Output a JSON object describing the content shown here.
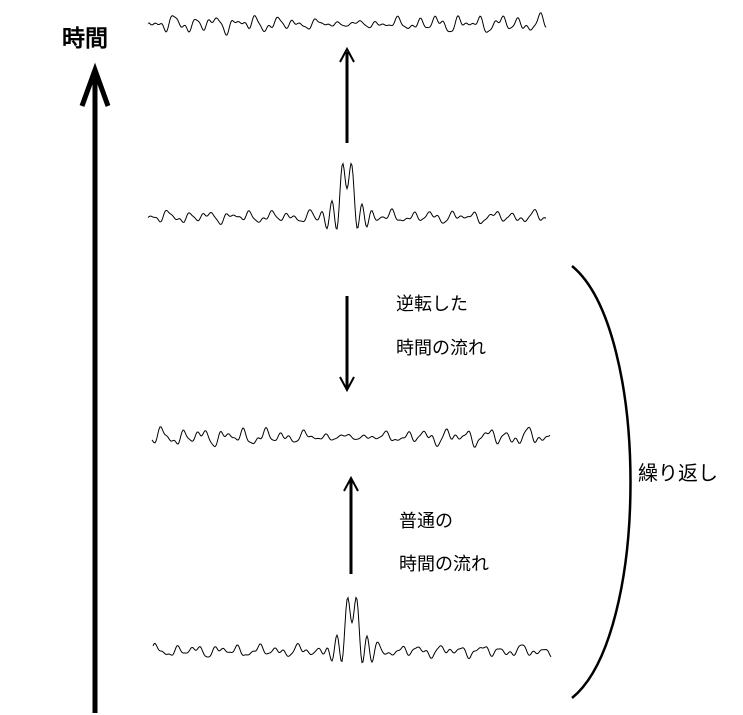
{
  "axis": {
    "title": "時間"
  },
  "arrows": {
    "reversed": {
      "line1": "逆転した",
      "line2": "時間の流れ"
    },
    "normal": {
      "line1": "普通の",
      "line2": "時間の流れ"
    }
  },
  "bracket": {
    "label": "繰り返し"
  },
  "waves": [
    {
      "state": "dispersed",
      "level": 4
    },
    {
      "state": "focused",
      "level": 3
    },
    {
      "state": "dispersed",
      "level": 2
    },
    {
      "state": "focused",
      "level": 1
    }
  ],
  "colors": {
    "ink": "#000000",
    "background": "#ffffff"
  }
}
